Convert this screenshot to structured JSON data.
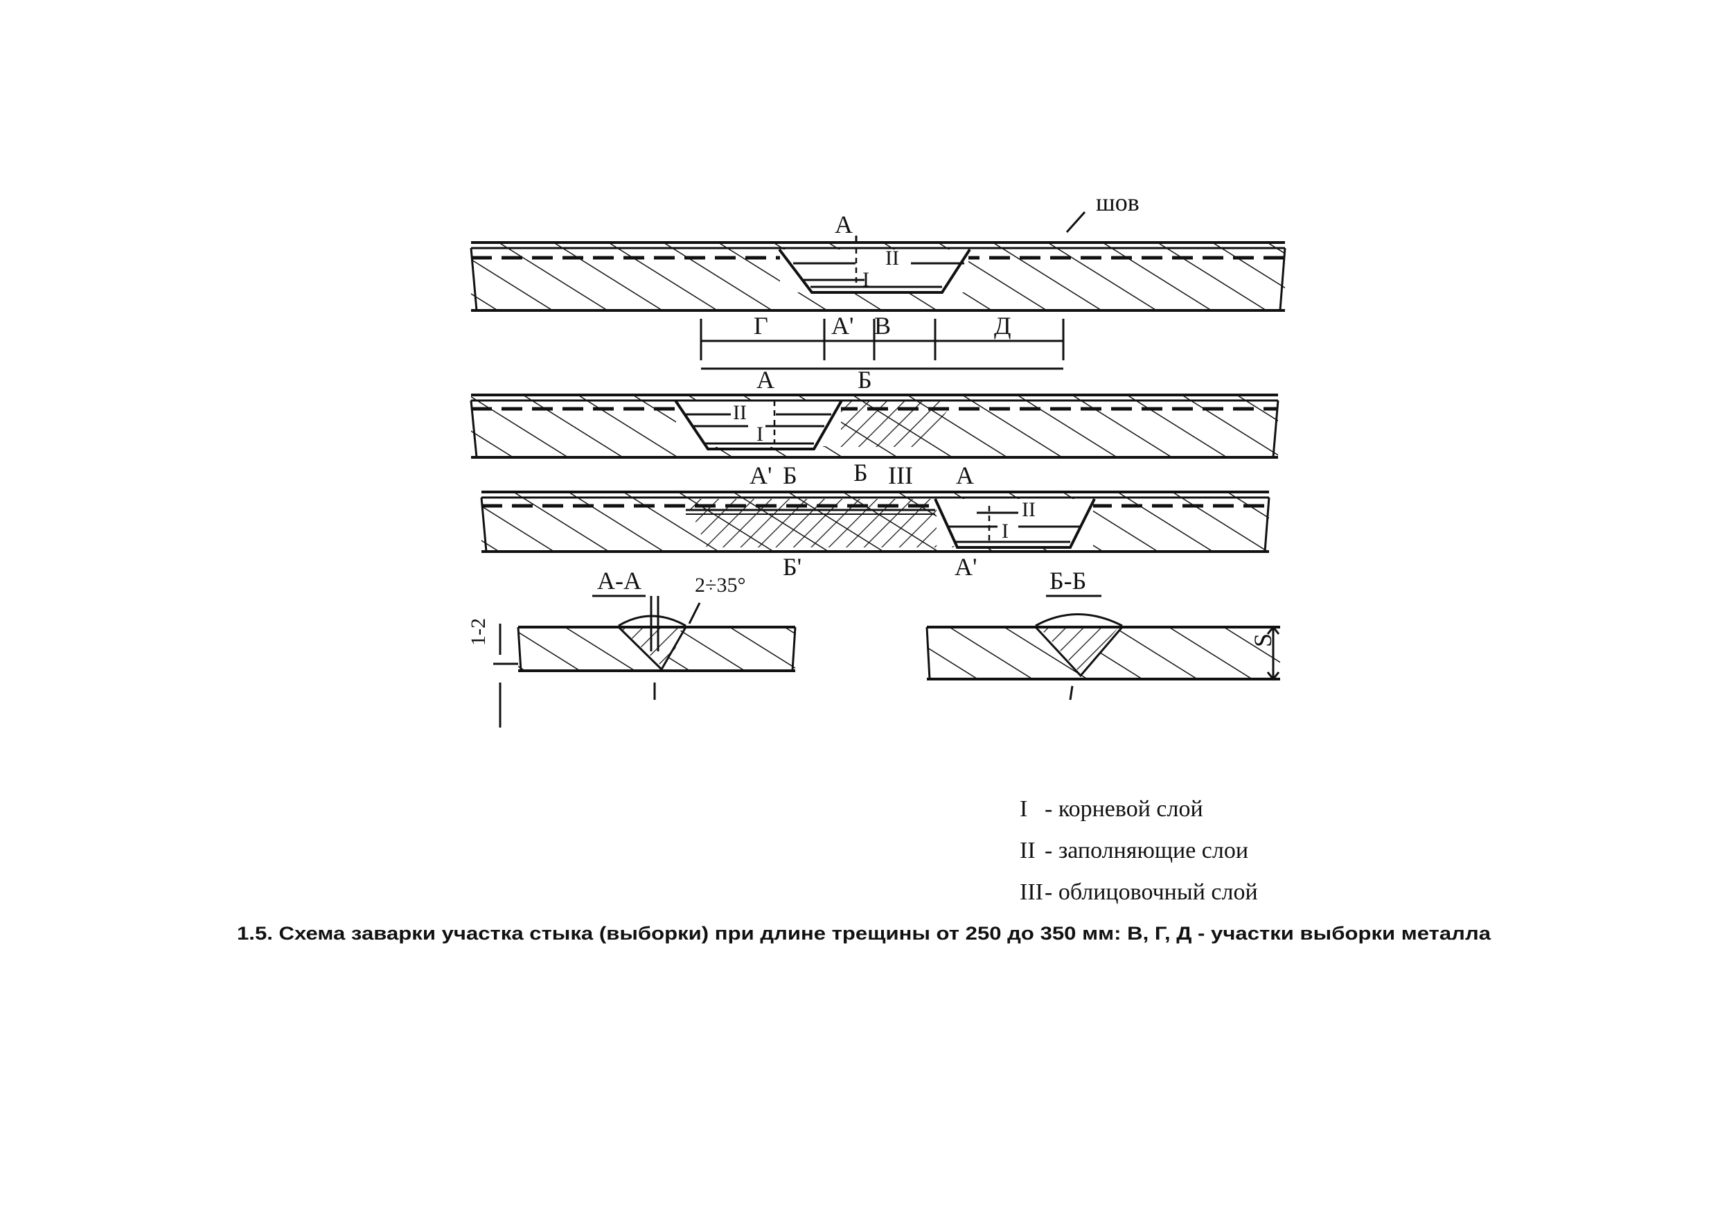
{
  "labels": {
    "seam": "шов",
    "a_top": "A",
    "a_prime_mid": "A'",
    "zone_g": "Г",
    "zone_v": "В",
    "zone_d": "Д",
    "layer_ii_1": "II",
    "layer_i_1": "I",
    "a_row2": "A",
    "b_row2": "Б",
    "layer_ii_2": "II",
    "layer_i_2": "I",
    "a_prime_row3": "A'",
    "b_row3a": "Б",
    "b_row3b": "Б",
    "layer_iii": "III",
    "a_row3": "A",
    "layer_ii_3": "II",
    "layer_i_3": "I",
    "b_prime_bottom": "Б'",
    "a_prime_bottom": "A'",
    "section_aa": "A-A",
    "section_bb": "Б-Б",
    "angle": "2÷35°",
    "gap": "1-2",
    "thickness": "S"
  },
  "legend": {
    "items": [
      {
        "roman": "I",
        "text": "- корневой слой"
      },
      {
        "roman": "II",
        "text": "- заполняющие слои"
      },
      {
        "roman": "III",
        "text": "- облицовочный слой"
      }
    ]
  },
  "caption": "1.5. Схема заварки участка стыка (выборки) при длине трещины от 250 до 350 мм: В, Г, Д - участки выборки металла"
}
